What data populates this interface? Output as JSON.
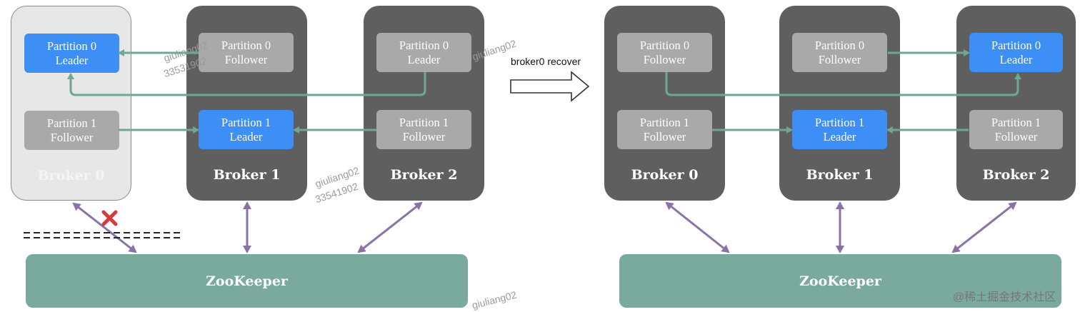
{
  "left_panel": {
    "brokers": [
      {
        "label": "Broker 0",
        "style": "offline",
        "partitions": [
          {
            "line1": "Partition 0",
            "line2": "Leader",
            "role": "leader"
          },
          {
            "line1": "Partition 1",
            "line2": "Follower",
            "role": "follower"
          }
        ]
      },
      {
        "label": "Broker 1",
        "style": "online",
        "partitions": [
          {
            "line1": "Partition 0",
            "line2": "Follower",
            "role": "follower"
          },
          {
            "line1": "Partition 1",
            "line2": "Leader",
            "role": "leader"
          }
        ]
      },
      {
        "label": "Broker 2",
        "style": "online",
        "partitions": [
          {
            "line1": "Partition 0",
            "line2": "Leader",
            "role": "follower"
          },
          {
            "line1": "Partition 1",
            "line2": "Follower",
            "role": "follower"
          }
        ]
      }
    ],
    "zookeeper": "ZooKeeper"
  },
  "transition": {
    "label": "broker0 recover"
  },
  "right_panel": {
    "brokers": [
      {
        "label": "Broker 0",
        "style": "online",
        "partitions": [
          {
            "line1": "Partition 0",
            "line2": "Follower",
            "role": "follower"
          },
          {
            "line1": "Partition 1",
            "line2": "Follower",
            "role": "follower"
          }
        ]
      },
      {
        "label": "Broker 1",
        "style": "online",
        "partitions": [
          {
            "line1": "Partition 0",
            "line2": "Follower",
            "role": "follower"
          },
          {
            "line1": "Partition 1",
            "line2": "Leader",
            "role": "leader"
          }
        ]
      },
      {
        "label": "Broker 2",
        "style": "online",
        "partitions": [
          {
            "line1": "Partition 0",
            "line2": "Leader",
            "role": "leader"
          },
          {
            "line1": "Partition 1",
            "line2": "Follower",
            "role": "follower"
          }
        ]
      }
    ],
    "zookeeper": "ZooKeeper"
  },
  "colors": {
    "leader": "#3d8ef5",
    "follower": "#a9a9a9",
    "broker": "#5f5f5f",
    "zookeeper": "#7aa99d",
    "replication_arrow": "#6fa892",
    "zk_arrow": "#8b72a6",
    "failure_mark": "#d93a3a"
  },
  "watermarks": [
    "giuliang02",
    "33531902",
    "giuliang02",
    "33541902",
    "giuliang02",
    "giuliang02"
  ],
  "credit": "@稀土掘金技术社区"
}
